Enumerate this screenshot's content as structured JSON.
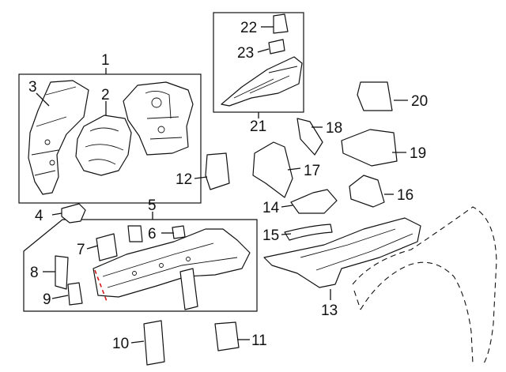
{
  "callouts": [
    {
      "id": "c1",
      "label": "1"
    },
    {
      "id": "c2",
      "label": "2"
    },
    {
      "id": "c3",
      "label": "3"
    },
    {
      "id": "c4",
      "label": "4"
    },
    {
      "id": "c5",
      "label": "5"
    },
    {
      "id": "c6",
      "label": "6"
    },
    {
      "id": "c7",
      "label": "7"
    },
    {
      "id": "c8",
      "label": "8"
    },
    {
      "id": "c9",
      "label": "9"
    },
    {
      "id": "c10",
      "label": "10"
    },
    {
      "id": "c11",
      "label": "11"
    },
    {
      "id": "c12",
      "label": "12"
    },
    {
      "id": "c13",
      "label": "13"
    },
    {
      "id": "c14",
      "label": "14"
    },
    {
      "id": "c15",
      "label": "15"
    },
    {
      "id": "c16",
      "label": "16"
    },
    {
      "id": "c17",
      "label": "17"
    },
    {
      "id": "c18",
      "label": "18"
    },
    {
      "id": "c19",
      "label": "19"
    },
    {
      "id": "c20",
      "label": "20"
    },
    {
      "id": "c21",
      "label": "21"
    },
    {
      "id": "c22",
      "label": "22"
    },
    {
      "id": "c23",
      "label": "23"
    }
  ],
  "colors": {
    "line": "#111111",
    "cut_line": "#d61a1a",
    "background": "#ffffff"
  }
}
